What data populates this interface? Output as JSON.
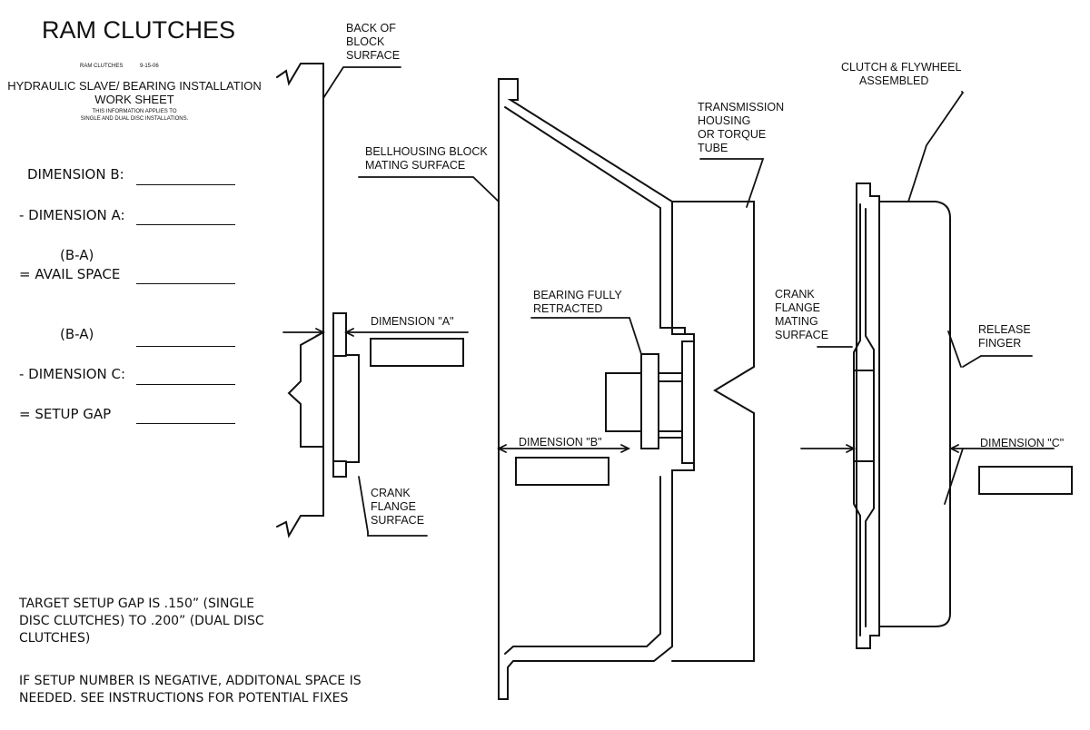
{
  "header": {
    "title": "RAM CLUTCHES",
    "small_brand": "RAM CLUTCHES",
    "small_date": "9-15-06",
    "heading_line1": "HYDRAULIC SLAVE/ BEARING INSTALLATION",
    "heading_line2": "WORK SHEET",
    "applies_line1": "THIS INFORMATION APPLIES TO",
    "applies_line2": "SINGLE AND DUAL DISC INSTALLATIONS."
  },
  "worksheet": {
    "rows": [
      {
        "label": "DIMENSION B:"
      },
      {
        "label": "- DIMENSION A:"
      },
      {
        "label_line1": "(B-A)",
        "label_line2": "= AVAIL SPACE"
      },
      {
        "label": "(B-A)"
      },
      {
        "label": "- DIMENSION C:"
      },
      {
        "label": "= SETUP GAP"
      }
    ]
  },
  "diagram": {
    "labels": {
      "back_of_block": [
        "BACK OF",
        "BLOCK",
        "SURFACE"
      ],
      "bellhousing": [
        "BELLHOUSING BLOCK",
        "MATING SURFACE"
      ],
      "transmission": [
        "TRANSMISSION",
        "HOUSING",
        "OR TORQUE",
        "TUBE"
      ],
      "clutch_flywheel": [
        "CLUTCH & FLYWHEEL",
        "ASSEMBLED"
      ],
      "dimension_a": "DIMENSION \"A\"",
      "bearing": [
        "BEARING FULLY",
        "RETRACTED"
      ],
      "crank_flange_mating": [
        "CRANK",
        "FLANGE",
        "MATING",
        "SURFACE"
      ],
      "release_finger": [
        "RELEASE",
        "FINGER"
      ],
      "dimension_b": "DIMENSION \"B\"",
      "dimension_c": "DIMENSION \"C\"",
      "crank_flange_surface": [
        "CRANK",
        "FLANGE",
        "SURFACE"
      ]
    }
  },
  "notes": {
    "target": [
      "TARGET SETUP GAP IS .150” (SINGLE",
      "DISC CLUTCHES) TO .200” (DUAL DISC",
      "CLUTCHES)"
    ],
    "negative": [
      "IF SETUP NUMBER IS NEGATIVE, ADDITONAL SPACE IS",
      "NEEDED.  SEE INSTRUCTIONS FOR POTENTIAL FIXES"
    ]
  }
}
